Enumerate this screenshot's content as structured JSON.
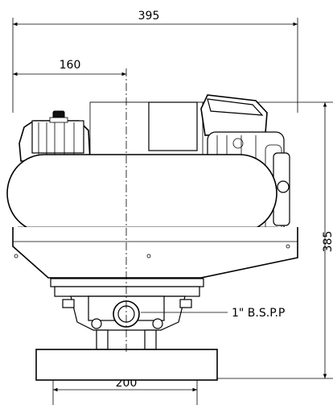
{
  "drawing": {
    "dim_overall_width": "395",
    "dim_center_offset": "160",
    "dim_height": "385",
    "dim_base_width": "200",
    "port_callout": "1\" B.S.P.P"
  }
}
